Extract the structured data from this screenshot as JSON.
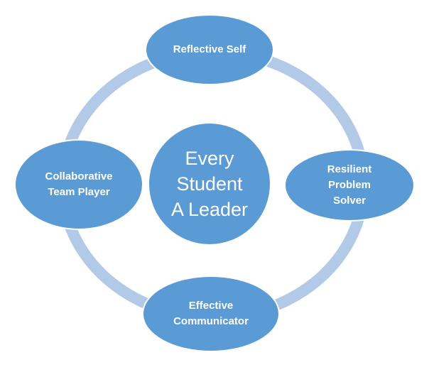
{
  "diagram": {
    "center_label": "Every\nStudent\nA Leader",
    "nodes": {
      "top": "Reflective Self",
      "right": "Resilient\nProblem\nSolver",
      "bottom": "Effective\nCommunicator",
      "left": "Collaborative\nTeam Player"
    },
    "colors": {
      "node_fill": "#5b9bd5",
      "ring": "#b3c9e8",
      "text": "#ffffff"
    }
  }
}
